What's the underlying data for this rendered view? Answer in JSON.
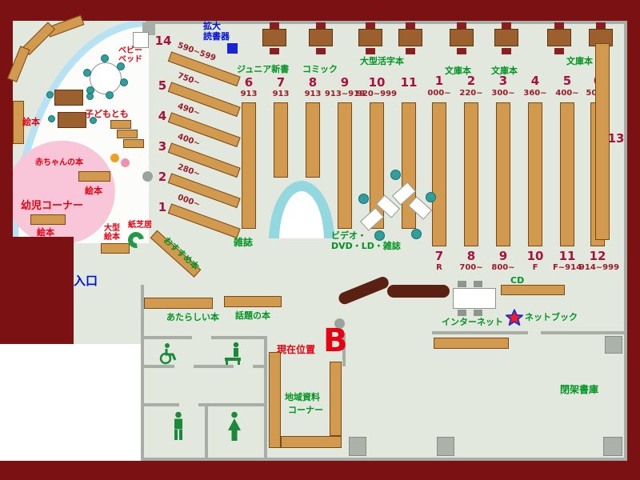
{
  "colors": {
    "wall": "#7b1113",
    "floor": "#e3e8df",
    "shelf": "#d19a4f",
    "green_label": "#009421",
    "red_label": "#e60012",
    "blue_label": "#0011d8",
    "number_red": "#a8123a",
    "teal_seat": "#2f9e9e",
    "pink_area": "#f8c6d8",
    "arc_cyan": "#93d8de",
    "curve_blue": "#b6e2f4",
    "counter_brown": "#5a2112"
  },
  "top_area": {
    "kakudai_l1": "拡大",
    "kakudai_l2": "読書器",
    "junior": "ジュニア新書",
    "comic": "コミック",
    "ogata_katsuji": "大型活字本",
    "bunko1": "文庫本",
    "bunko2": "文庫本",
    "bunko3": "文庫本"
  },
  "kids": {
    "ehon1": "絵本",
    "ehon2": "絵本",
    "ehon3": "絵本",
    "akachan": "赤ちゃんの本",
    "yoji": "幼児コーナー",
    "kodomo": "子どもとも",
    "ogata_l1": "大型",
    "ogata_l2": "絵本",
    "kamishibai": "紙芝居",
    "bed_l1": "ベビー",
    "bed_l2": "ベッド"
  },
  "fan": {
    "n14": "14",
    "rows": [
      {
        "n": "",
        "r": "590~599"
      },
      {
        "n": "5",
        "r": "750~"
      },
      {
        "n": "4",
        "r": "490~"
      },
      {
        "n": "3",
        "r": "400~"
      },
      {
        "n": "2",
        "r": "280~"
      },
      {
        "n": "1",
        "r": "000~"
      }
    ],
    "osusume": "おすすめ本"
  },
  "left_cols": [
    {
      "n": "6",
      "r": "913"
    },
    {
      "n": "7",
      "r": "913"
    },
    {
      "n": "8",
      "r": "913"
    },
    {
      "n": "9",
      "r": "913~919"
    },
    {
      "n": "10",
      "r": "920~999"
    },
    {
      "n": "11",
      "r": ""
    }
  ],
  "right_top": [
    {
      "n": "1",
      "r": "000~"
    },
    {
      "n": "2",
      "r": "220~"
    },
    {
      "n": "3",
      "r": "300~"
    },
    {
      "n": "4",
      "r": "360~"
    },
    {
      "n": "5",
      "r": "400~"
    },
    {
      "n": "6",
      "r": "500~"
    }
  ],
  "right_bottom": [
    {
      "n": "7",
      "r": "R"
    },
    {
      "n": "8",
      "r": "700~"
    },
    {
      "n": "9",
      "r": "800~"
    },
    {
      "n": "10",
      "r": "F"
    },
    {
      "n": "11",
      "r": "F~914"
    },
    {
      "n": "12",
      "r": "914~999"
    }
  ],
  "n13": "13",
  "center": {
    "zasshi": "雑誌",
    "video_l1": "ビデオ・",
    "video_l2": "DVD・LD・雑誌"
  },
  "services": {
    "cd": "CD",
    "internet": "インターネット",
    "netbook": "ネットブック"
  },
  "south": {
    "atarashii": "あたらしい本",
    "wadai": "話題の本",
    "genzai": "現在位置",
    "marker": "B",
    "chiiki_l1": "地域資料",
    "chiiki_l2": "コーナー",
    "heika": "閉架書庫",
    "iriguchi": "入口"
  }
}
